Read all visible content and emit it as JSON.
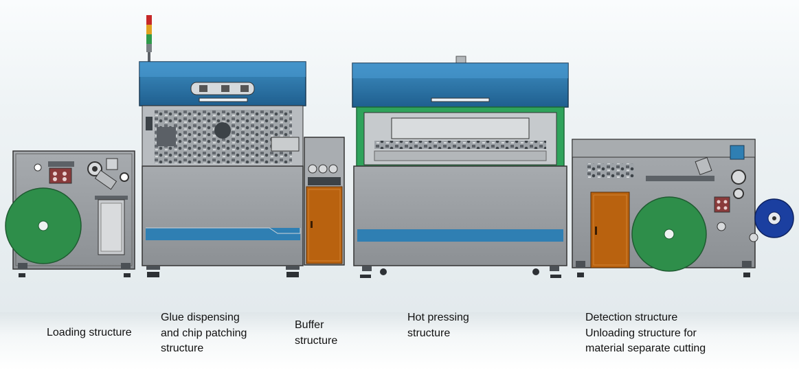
{
  "labels": {
    "loading": "Loading structure",
    "glue": "Glue dispensing\nand chip patching\nstructure",
    "buffer": "Buffer\nstructure",
    "hot": "Hot pressing\nstructure",
    "detect": "Detection structure\nUnloading structure for\nmaterial separate cutting"
  },
  "colors": {
    "machine_blue": "#2f7fb3",
    "body_gray": "#8e9296",
    "panel_gray": "#a3a7ab",
    "reel_green": "#2e8e4a",
    "door_orange": "#b9620f",
    "frame_green": "#2fa35b",
    "reel_navy": "#1b3fa0"
  }
}
